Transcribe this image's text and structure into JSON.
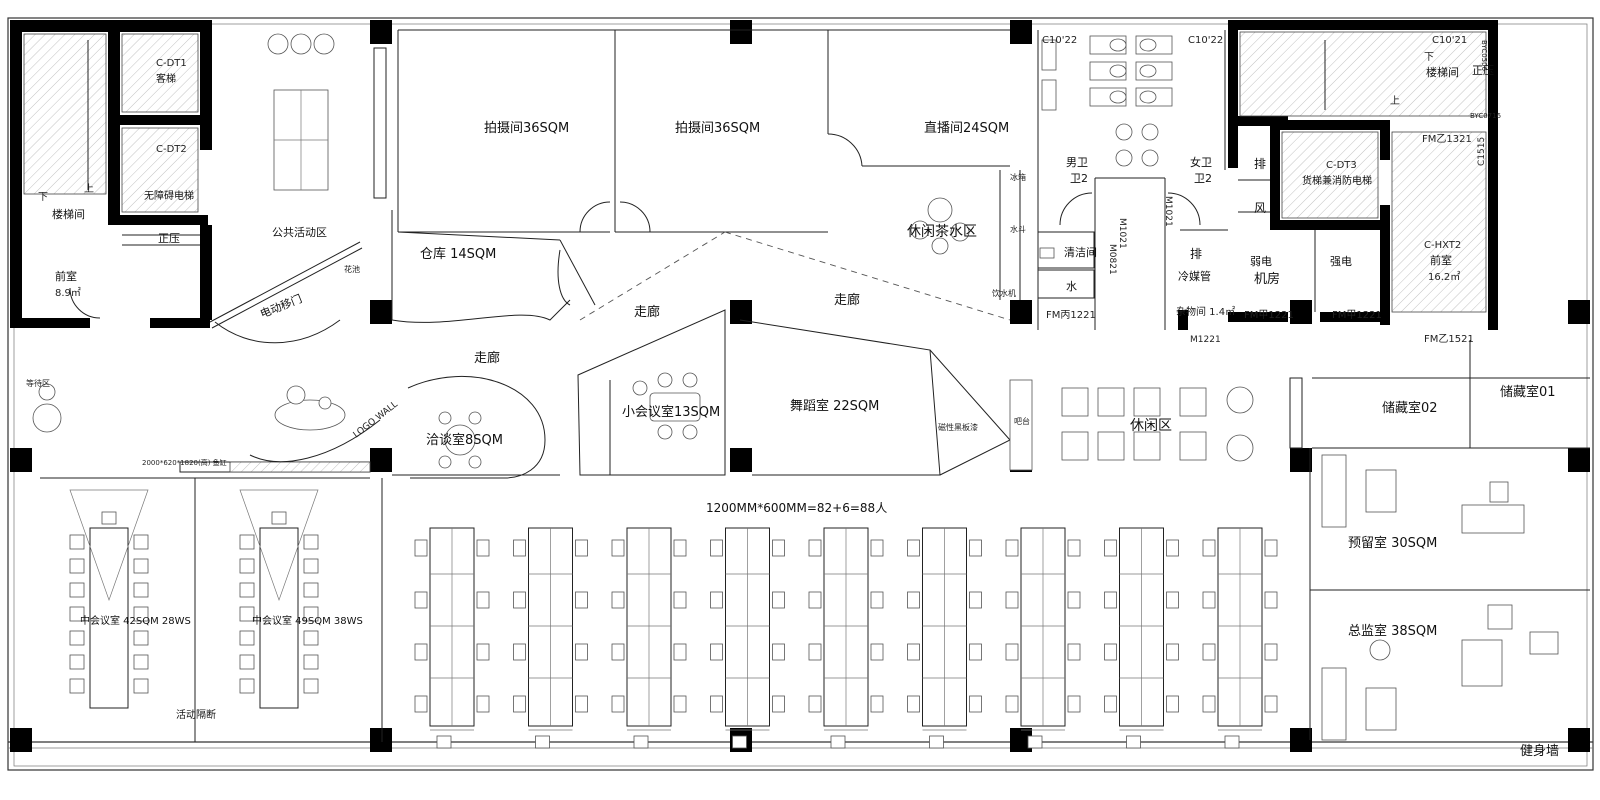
{
  "rooms": {
    "stair_left": "楼梯间",
    "stair_left_up": "上",
    "stair_left_down": "下",
    "lift1_code": "C-DT1",
    "lift1_name": "客梯",
    "lift2_code": "C-DT2",
    "lift2_name": "无障碍电梯",
    "zhengya_left": "正压",
    "front_left": "前室",
    "front_left_area": "8.9㎡",
    "public_area": "公共活动区",
    "flower_pool": "花池",
    "electric_door": "电动移门",
    "shoot1": "拍摄间36SQM",
    "shoot2": "拍摄间36SQM",
    "live": "直播间24SQM",
    "warehouse": "仓库 14SQM",
    "corridor1": "走廊",
    "corridor2": "走廊",
    "corridor3": "走廊",
    "tea": "休闲茶水区",
    "fridge": "冰箱",
    "sink": "水斗",
    "water_dispenser": "饮水机",
    "men_wc": "男卫\n卫2",
    "men_wc_a": "男卫",
    "men_wc_b": "卫2",
    "women_wc_a": "女卫",
    "women_wc_b": "卫2",
    "c10_22_a": "C10'22",
    "c10_22_b": "C10'22",
    "c10_21": "C10'21",
    "m1021_a": "M1021",
    "m1021_b": "M1021",
    "m0821": "M0821",
    "cleaning": "清洁间",
    "water": "水",
    "fm_bing": "FM丙1221",
    "pai_1": "排",
    "feng": "风",
    "pai_2": "排",
    "coolant": "冷媒管",
    "sundry": "杂物间 1.4㎡",
    "m1221": "M1221",
    "weak_elec": "弱电",
    "machine_room": "机房",
    "strong_elec": "强电",
    "fm_jia_1": "FM甲1221",
    "fm_jia_2": "FM甲1221",
    "stair_right": "楼梯间",
    "stair_right_up": "上",
    "stair_right_down": "下",
    "zhengya_right": "正压",
    "byc0506": "BYC0506",
    "byc0716": "BYC0716",
    "fm_yi_1321": "FM乙1321",
    "c1515": "C1515",
    "lift3_code": "C-DT3",
    "lift3_name": "货梯兼消防电梯",
    "hxt_code": "C-HXT2",
    "front_right": "前室",
    "front_right_area": "16.2㎡",
    "fm_yi_1521": "FM乙1521",
    "waiting": "等待区",
    "logo_wall": "LOGO WALL",
    "fish_tank": "2000*620*1820(高) 鱼缸",
    "negotiation": "洽谈室8SQM",
    "small_meeting": "小会议室13SQM",
    "dance": "舞蹈室 22SQM",
    "magnetic_board": "磁性黑板漆",
    "bar": "吧台",
    "leisure": "休闲区",
    "storage02": "储藏室02",
    "storage01": "储藏室01",
    "workstations": "1200MM*600MM=82+6=88人",
    "meeting_a": "中会议室 42SQM 28WS",
    "meeting_b": "中会议室 49SQM 38WS",
    "partition": "活动隔断",
    "reserve": "预留室 30SQM",
    "director": "总监室 38SQM",
    "gym_wall": "健身墙"
  }
}
